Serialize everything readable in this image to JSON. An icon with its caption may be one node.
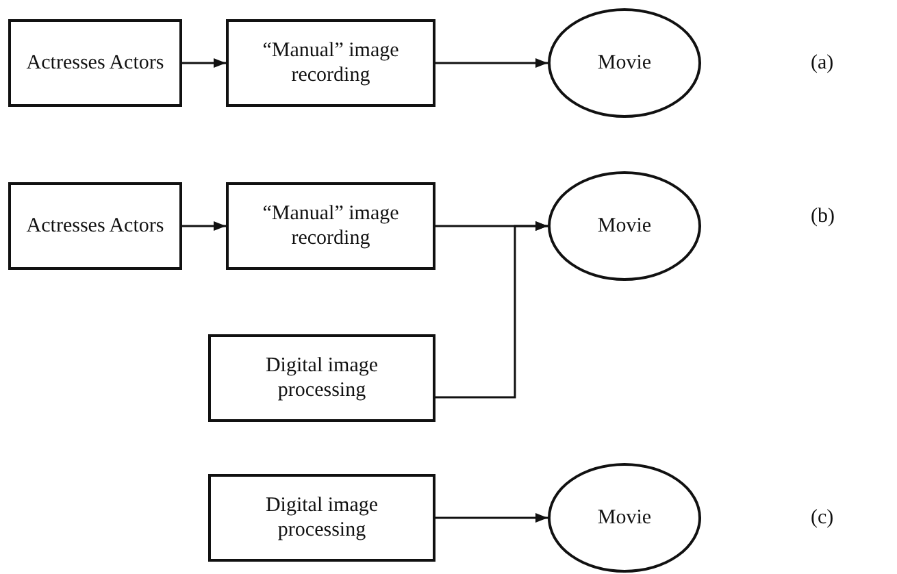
{
  "diagram": {
    "nodes": [
      {
        "text": [
          "Actresses Actors"
        ]
      },
      {
        "text": [
          "“Manual” image recording"
        ]
      },
      {
        "text": [
          "Movie"
        ]
      },
      {
        "text": [
          "Actresses Actors"
        ]
      },
      {
        "text": [
          "“Manual” image recording"
        ]
      },
      {
        "text": [
          "Movie"
        ]
      },
      {
        "text": [
          "Digital image processing"
        ]
      },
      {
        "text": [
          "Digital image processing"
        ]
      },
      {
        "text": [
          "Movie"
        ]
      }
    ],
    "edges": [
      {
        "from": 0,
        "to": 1,
        "arrow": "to"
      },
      {
        "from": 1,
        "to": 2,
        "arrow": "to"
      },
      {
        "from": 3,
        "to": 4,
        "arrow": "to"
      },
      {
        "from": 4,
        "to": 5,
        "arrow": "to"
      },
      {
        "from": 6,
        "to": 5,
        "arrow": "to"
      },
      {
        "from": 7,
        "to": 8,
        "arrow": "to"
      }
    ],
    "labels": [
      "(a)",
      "(b)",
      "(c)"
    ]
  }
}
